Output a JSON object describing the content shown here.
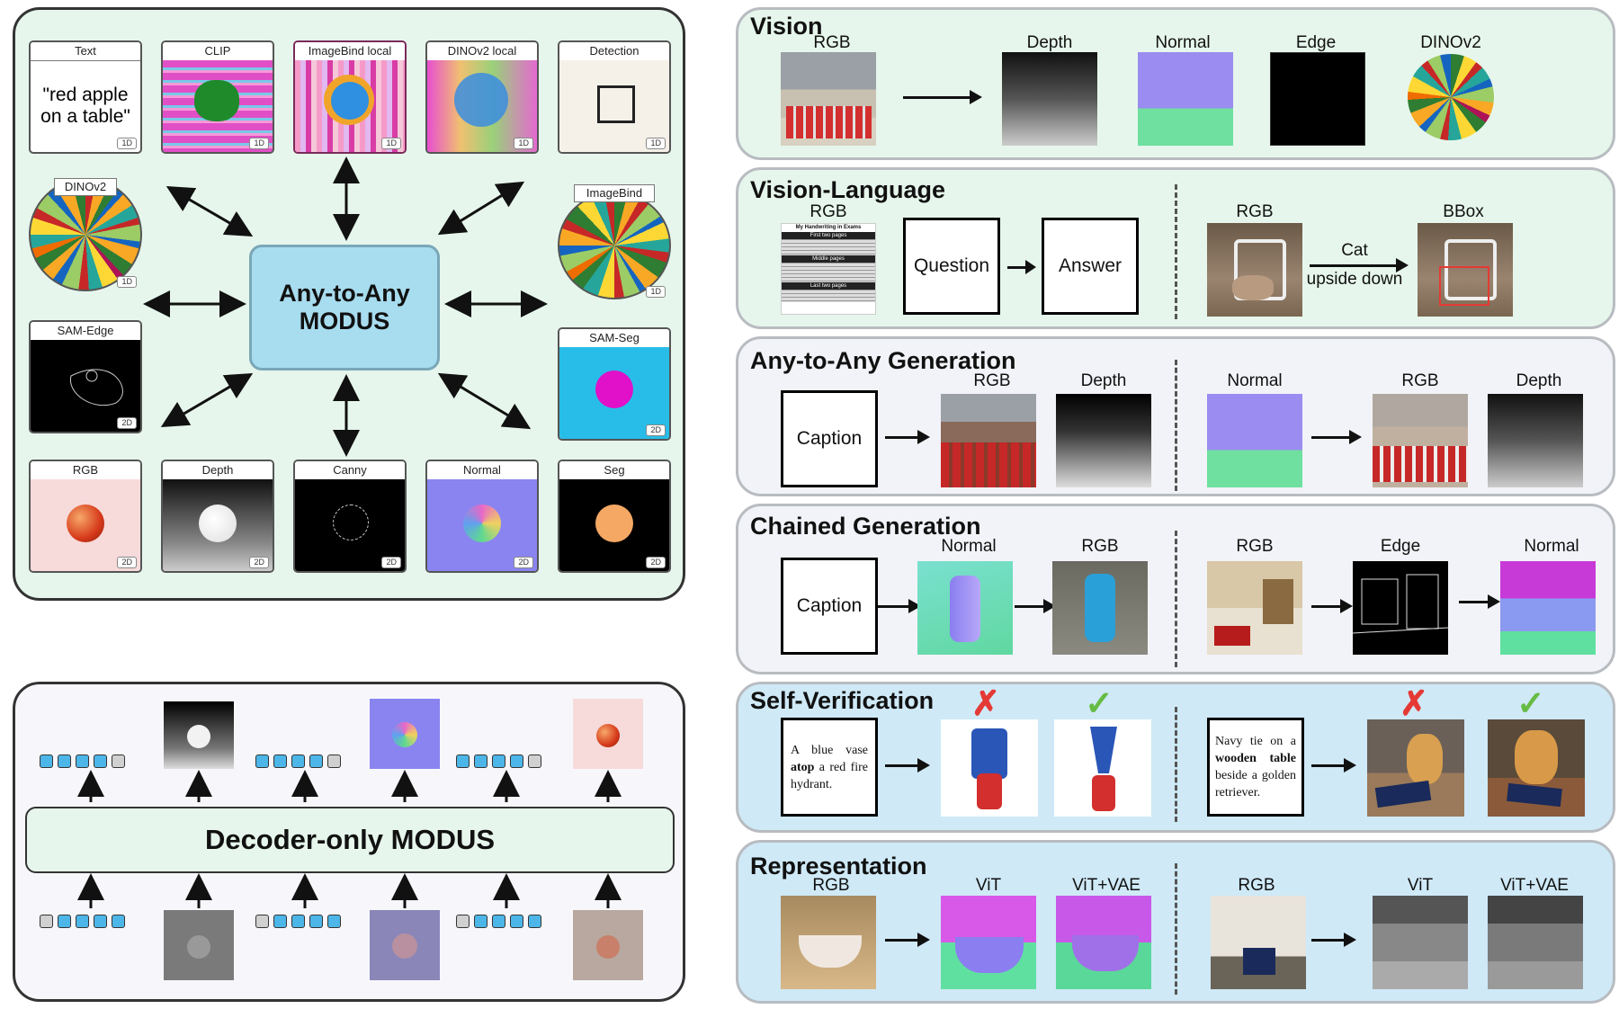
{
  "hub": {
    "center_line1": "Any-to-Any",
    "center_line2": "MODUS",
    "tiles": {
      "text": {
        "title": "Text",
        "content": "\"red apple on a table\"",
        "dim": "1D"
      },
      "clip": {
        "title": "CLIP",
        "dim": "1D"
      },
      "imagebind_local": {
        "title": "ImageBind local",
        "dim": "1D"
      },
      "dinov2_local": {
        "title": "DINOv2 local",
        "dim": "1D"
      },
      "detection": {
        "title": "Detection",
        "dim": "1D"
      },
      "dinov2": {
        "title": "DINOv2",
        "dim": "1D"
      },
      "imagebind": {
        "title": "ImageBind",
        "dim": "1D"
      },
      "sam_edge": {
        "title": "SAM-Edge",
        "dim": "2D"
      },
      "sam_seg": {
        "title": "SAM-Seg",
        "dim": "2D"
      },
      "rgb": {
        "title": "RGB",
        "dim": "2D"
      },
      "depth": {
        "title": "Depth",
        "dim": "2D"
      },
      "canny": {
        "title": "Canny",
        "dim": "2D"
      },
      "normal": {
        "title": "Normal",
        "dim": "2D"
      },
      "seg": {
        "title": "Seg",
        "dim": "2D"
      }
    }
  },
  "decoder": {
    "label": "Decoder-only MODUS"
  },
  "sections": {
    "vision": {
      "title": "Vision",
      "rgb": "RGB",
      "depth": "Depth",
      "normal": "Normal",
      "edge": "Edge",
      "dinov2": "DINOv2"
    },
    "vision_language": {
      "title": "Vision-Language",
      "rgb": "RGB",
      "doc_title": "My Handwriting in Exams",
      "doc_p1": "First two pages",
      "doc_p2": "Middle pages",
      "doc_p3": "Last two pages",
      "question": "Question",
      "answer": "Answer",
      "rgb2": "RGB",
      "bbox": "BBox",
      "arrow_line1": "Cat",
      "arrow_line2": "upside down"
    },
    "any_to_any": {
      "title": "Any-to-Any Generation",
      "caption": "Caption",
      "rgb": "RGB",
      "depth": "Depth",
      "normal": "Normal",
      "rgb2": "RGB",
      "depth2": "Depth"
    },
    "chained": {
      "title": "Chained Generation",
      "caption": "Caption",
      "normal": "Normal",
      "rgb": "RGB",
      "rgb2": "RGB",
      "edge": "Edge",
      "normal2": "Normal"
    },
    "self_verification": {
      "title": "Self-Verification",
      "prompt1_a": "A blue vase",
      "prompt1_b": "atop",
      "prompt1_c": "a red fire",
      "prompt1_d": "hydrant.",
      "prompt2_a": "Navy tie on a",
      "prompt2_b": "wooden table",
      "prompt2_c": "beside a golden",
      "prompt2_d": "retriever.",
      "cross": "✗",
      "check": "✓"
    },
    "representation": {
      "title": "Representation",
      "rgb": "RGB",
      "vit": "ViT",
      "vitvae": "ViT+VAE",
      "rgb2": "RGB",
      "vit2": "ViT",
      "vitvae2": "ViT+VAE"
    }
  },
  "colors": {
    "hub_bg": "#e6f6ec",
    "center_box": "#a8dcef",
    "token_blue": "#4db6e8",
    "right_bg1": "#e6f6ec",
    "right_bg2": "#f2f3f8",
    "right_bg3": "#cfe9f7",
    "red_mark": "#e53935",
    "green_mark": "#66bb44"
  }
}
